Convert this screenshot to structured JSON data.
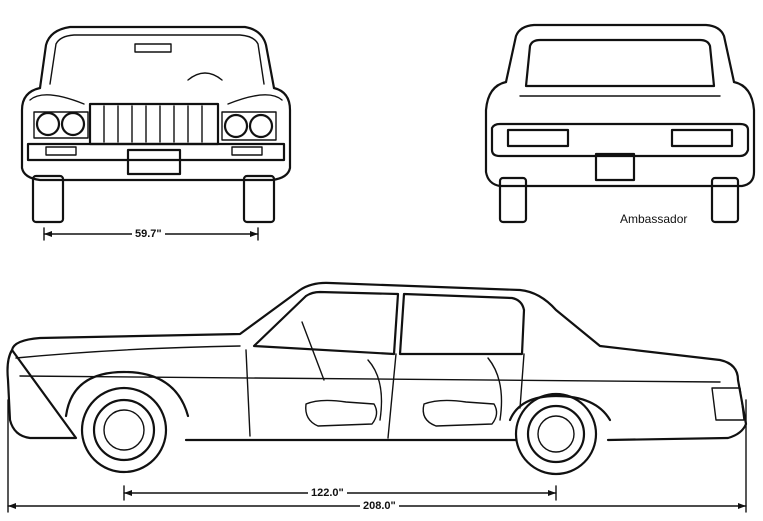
{
  "diagram": {
    "brand_label": "Ambassador",
    "dimensions": {
      "front_track": "59.7\"",
      "wheelbase": "122.0\"",
      "overall_length": "208.0\""
    }
  }
}
